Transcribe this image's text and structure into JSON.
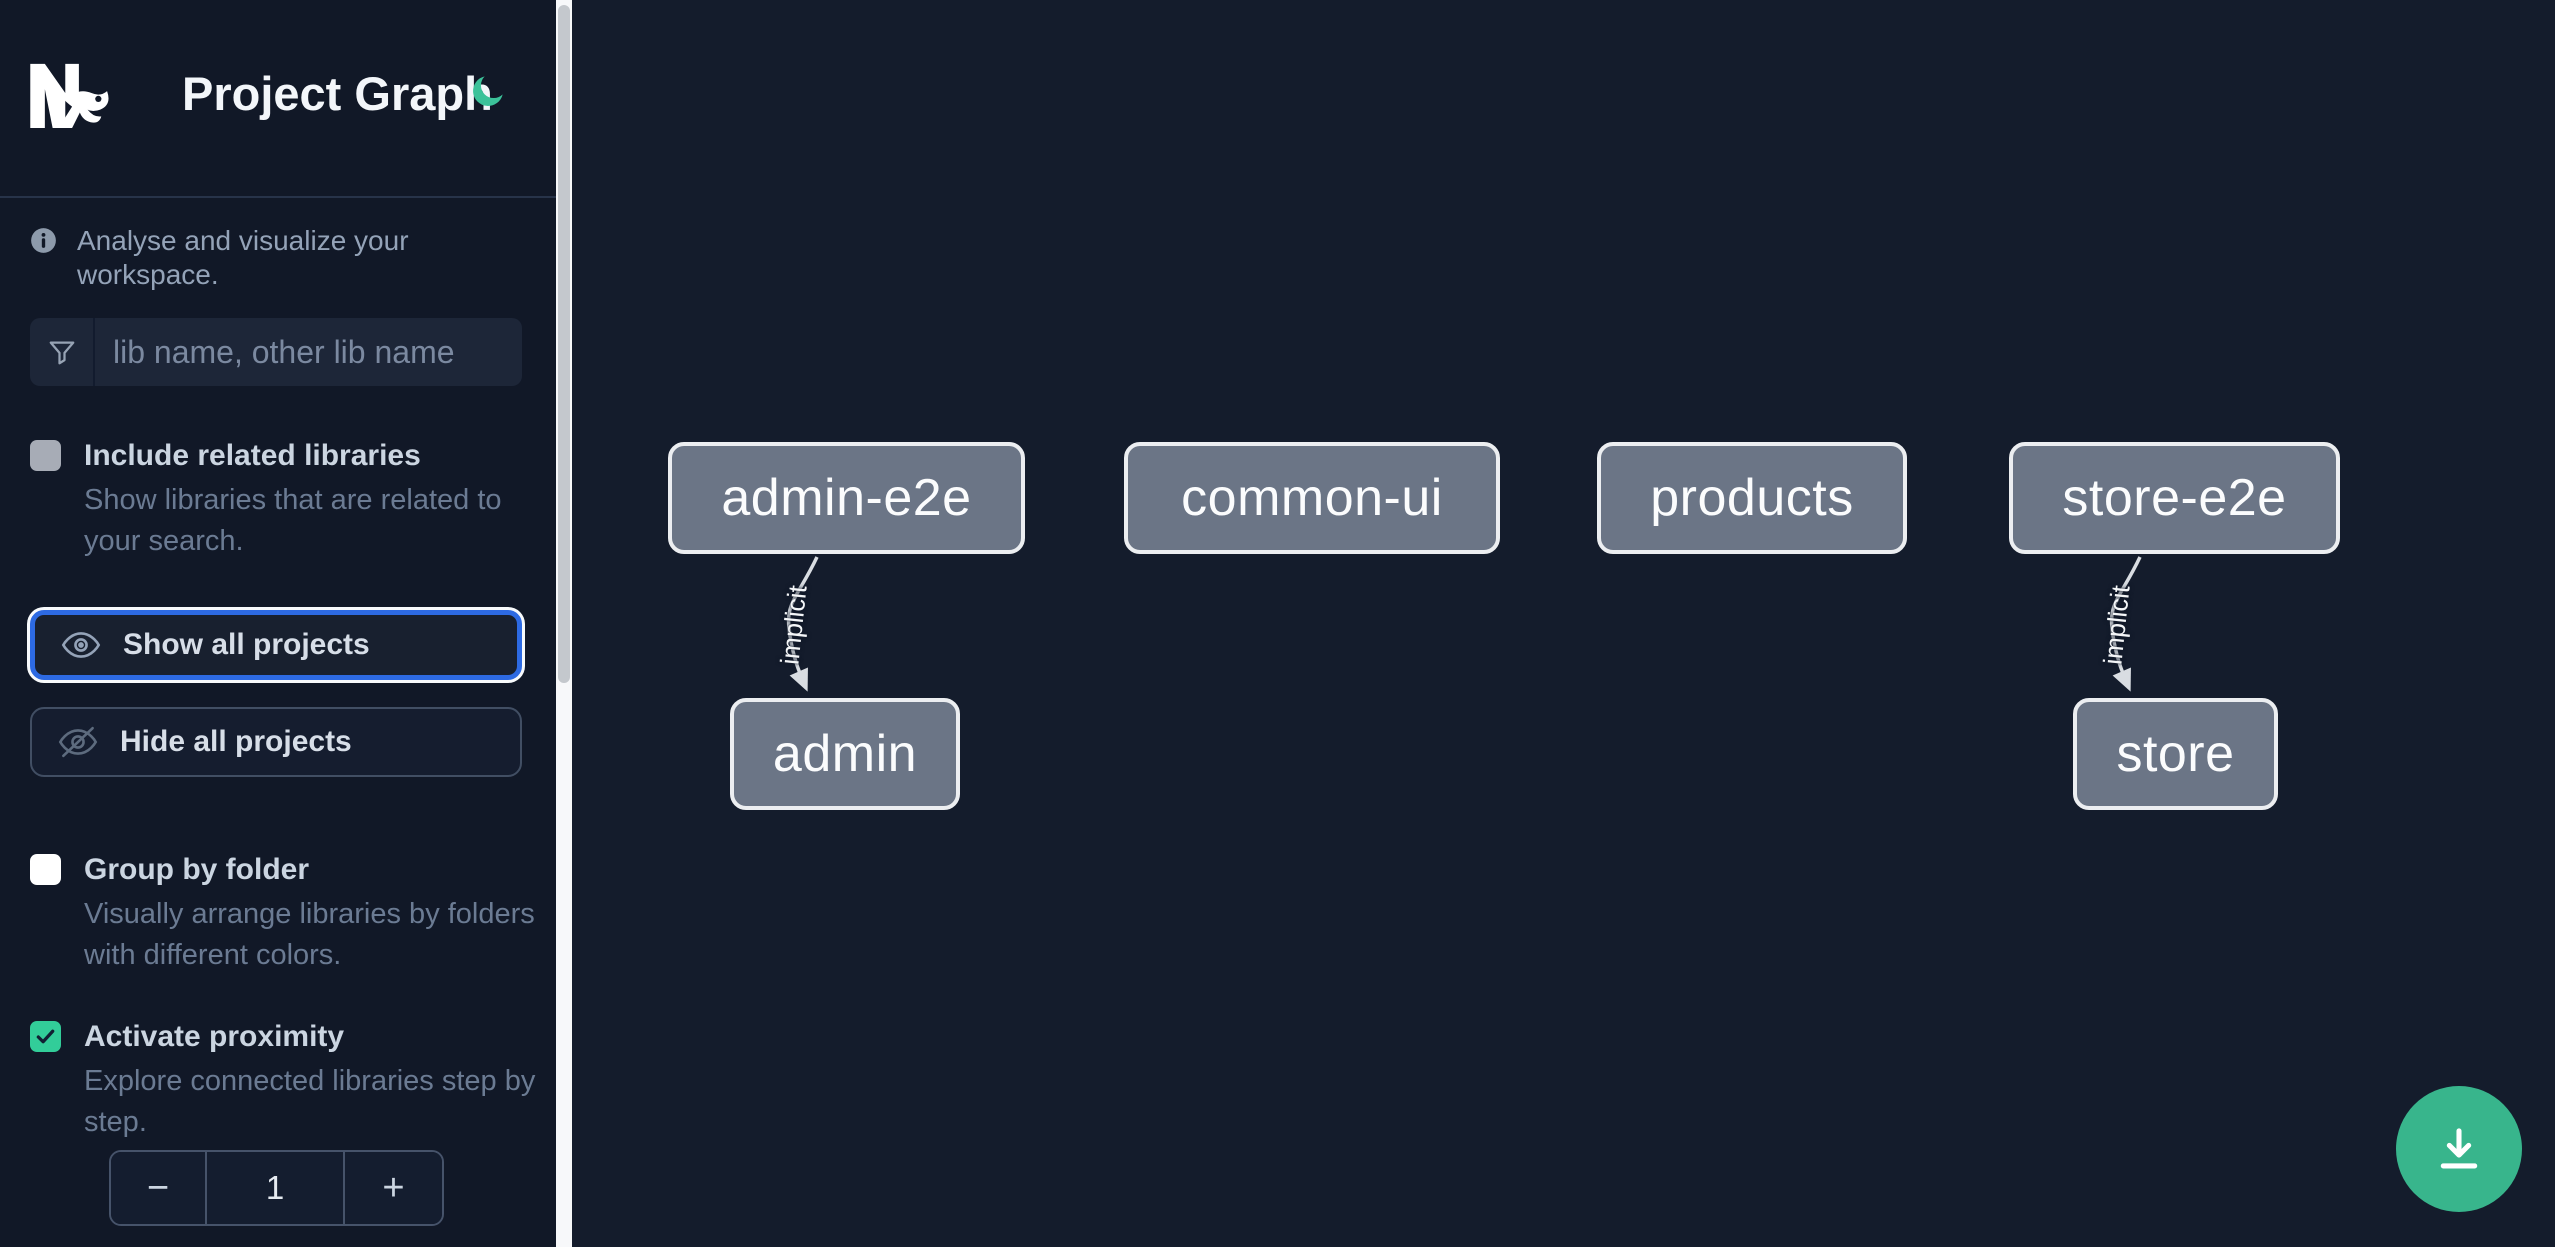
{
  "app": {
    "name": "Nx",
    "title": "Project Graph",
    "theme_toggle": "dark-mode-moon"
  },
  "sidebar": {
    "intro": "Analyse and visualize your workspace.",
    "filter": {
      "placeholder": "lib name, other lib name",
      "value": ""
    },
    "include_related": {
      "label": "Include related libraries",
      "description": "Show libraries that are related to your search.",
      "checked": false
    },
    "show_all": {
      "label": "Show all projects",
      "focused": true
    },
    "hide_all": {
      "label": "Hide all projects"
    },
    "group_by_folder": {
      "label": "Group by folder",
      "description": "Visually arrange libraries by folders with different colors.",
      "checked": false
    },
    "activate_proximity": {
      "label": "Activate proximity",
      "description": "Explore connected libraries step by step.",
      "checked": true
    },
    "proximity": {
      "decrement": "−",
      "value": "1",
      "increment": "+"
    }
  },
  "graph": {
    "nodes": [
      {
        "id": "admin-e2e",
        "label": "admin-e2e"
      },
      {
        "id": "common-ui",
        "label": "common-ui"
      },
      {
        "id": "products",
        "label": "products"
      },
      {
        "id": "store-e2e",
        "label": "store-e2e"
      },
      {
        "id": "admin",
        "label": "admin"
      },
      {
        "id": "store",
        "label": "store"
      }
    ],
    "edges": [
      {
        "source": "admin-e2e",
        "target": "admin",
        "label": "implicit"
      },
      {
        "source": "store-e2e",
        "target": "store",
        "label": "implicit"
      }
    ]
  },
  "fab": {
    "icon": "download",
    "action": "save graph image"
  },
  "colors": {
    "accent_green": "#38b58c",
    "moon_green": "#3cc29a",
    "checkbox_checked": "#32cd99",
    "focus_blue": "#2d6ae3",
    "node_fill": "#6b7586",
    "sidebar_bg": "#111827",
    "canvas_bg": "#141c2c"
  }
}
